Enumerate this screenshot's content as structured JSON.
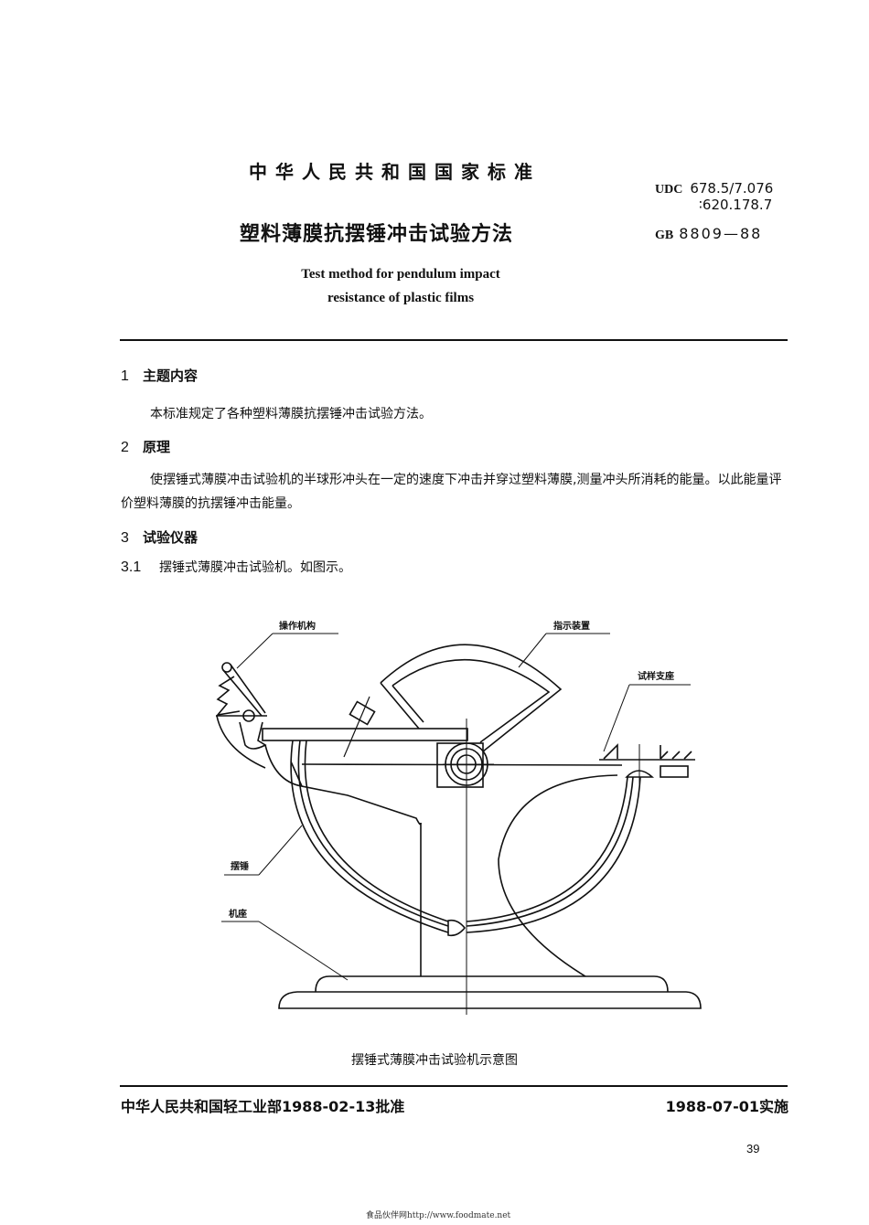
{
  "header": {
    "standard_title": "中华人民共和国国家标准",
    "main_title": "塑料薄膜抗摆锤冲击试验方法",
    "english_title_line1": "Test method for pendulum impact",
    "english_title_line2": "resistance of plastic films",
    "udc_label": "UDC",
    "udc_line1": "678.5/7.076",
    "udc_line2": "∶620.178.7",
    "gb_label": "GB",
    "gb_number": "8809—88"
  },
  "sections": [
    {
      "number": "1",
      "title": "主题内容",
      "body": "本标准规定了各种塑料薄膜抗摆锤冲击试验方法。"
    },
    {
      "number": "2",
      "title": "原理",
      "body": "使摆锤式薄膜冲击试验机的半球形冲头在一定的速度下冲击并穿过塑料薄膜,测量冲头所消耗的能量。以此能量评价塑料薄膜的抗摆锤冲击能量。"
    },
    {
      "number": "3",
      "title": "试验仪器",
      "subsections": [
        {
          "number": "3.1",
          "text": "摆锤式薄膜冲击试验机。如图示。"
        }
      ]
    }
  ],
  "figure": {
    "labels": {
      "operating_mechanism": "操作机构",
      "indicator": "指示装置",
      "specimen_holder": "试样支座",
      "pendulum": "摆锤",
      "base": "机座"
    },
    "caption": "摆锤式薄膜冲击试验机示意图"
  },
  "footer": {
    "approval": "中华人民共和国轻工业部1988-02-13批准",
    "effective": "1988-07-01实施",
    "page_number": "39",
    "watermark": "食品伙伴网http://www.foodmate.net"
  }
}
